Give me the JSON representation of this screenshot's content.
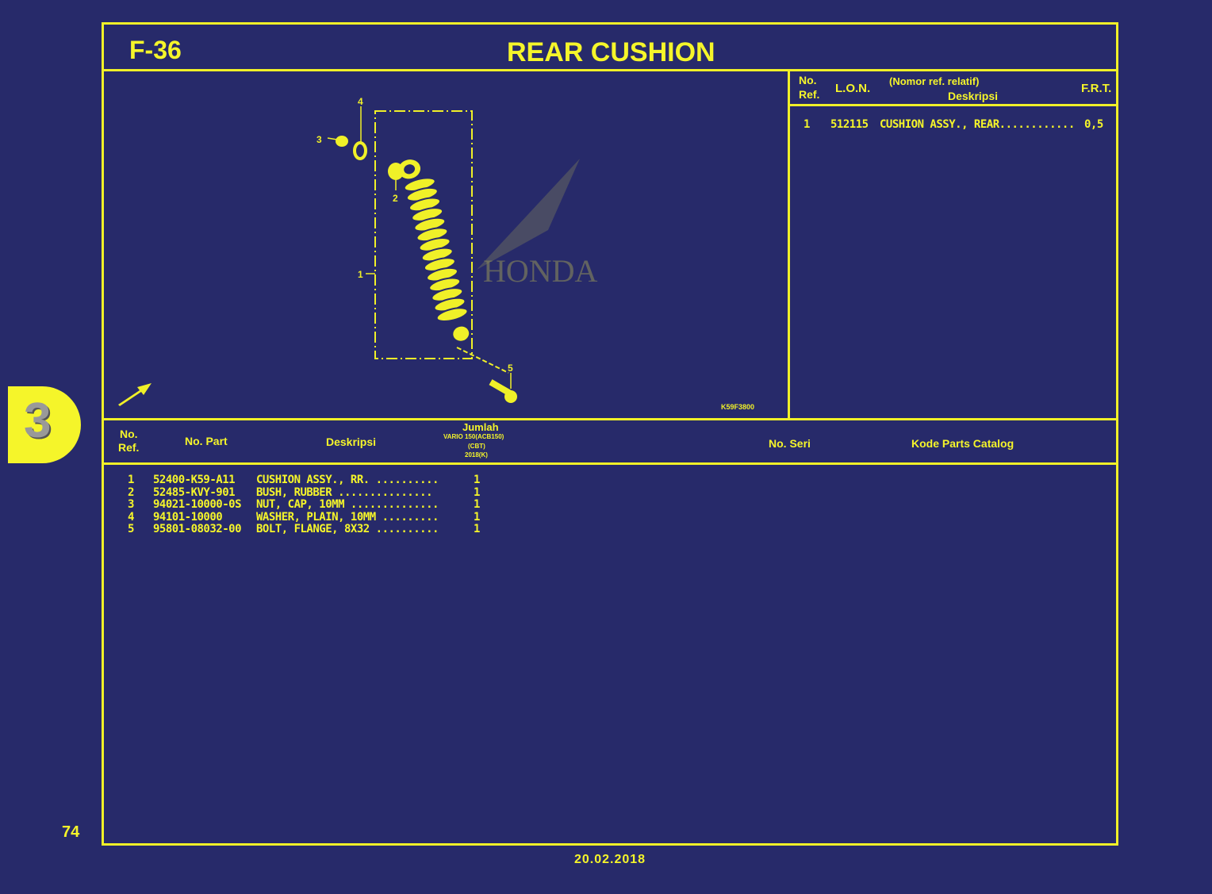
{
  "page": {
    "code": "F-36",
    "title": "REAR CUSHION",
    "number": "74",
    "date": "20.02.2018",
    "section_tab": "3",
    "figure_id": "K59F3800"
  },
  "lon_table": {
    "headers": {
      "no_ref": "No.\nRef.",
      "no_ref_1": "No.",
      "no_ref_2": "Ref.",
      "lon": "L.O.N.",
      "desc_1": "(Nomor ref. relatif)",
      "desc_2": "Deskripsi",
      "frt": "F.R.T."
    },
    "rows": [
      {
        "ref": "1",
        "lon": "512115",
        "desc": "CUSHION ASSY., REAR............",
        "frt": "0,5"
      }
    ]
  },
  "parts_table": {
    "headers": {
      "no_ref_1": "No.",
      "no_ref_2": "Ref.",
      "part": "No. Part",
      "desc": "Deskripsi",
      "qty_1": "Jumlah",
      "qty_2": "VARIO 150(ACB150)",
      "qty_3": "(CBT)",
      "qty_4": "2018(K)",
      "serial": "No. Seri",
      "catalog": "Kode Parts Catalog"
    },
    "rows": [
      {
        "ref": "1",
        "part": "52400-K59-A11",
        "desc": "CUSHION ASSY., RR. ..........",
        "qty": "1"
      },
      {
        "ref": "2",
        "part": "52485-KVY-901",
        "desc": "BUSH, RUBBER ...............",
        "qty": "1"
      },
      {
        "ref": "3",
        "part": "94021-10000-0S",
        "desc": "NUT, CAP, 10MM ..............",
        "qty": "1"
      },
      {
        "ref": "4",
        "part": "94101-10000",
        "desc": "WASHER, PLAIN, 10MM .........",
        "qty": "1"
      },
      {
        "ref": "5",
        "part": "95801-08032-00",
        "desc": "BOLT, FLANGE, 8X32 ..........",
        "qty": "1"
      }
    ]
  },
  "diagram": {
    "callouts": [
      "1",
      "2",
      "3",
      "4",
      "5"
    ],
    "watermark": "HONDA"
  },
  "colors": {
    "background": "#272a6a",
    "ink": "#f0f028"
  }
}
